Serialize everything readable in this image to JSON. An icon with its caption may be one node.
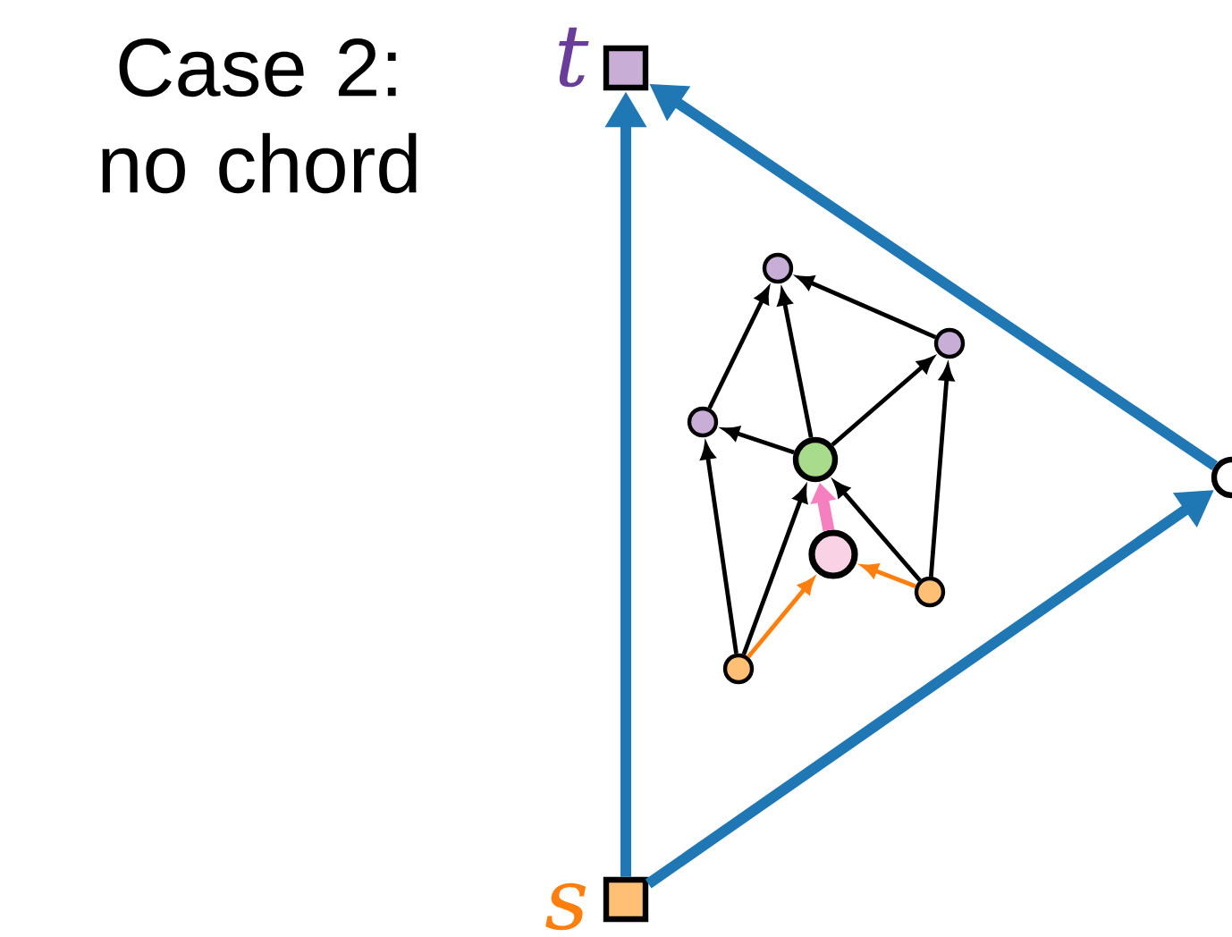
{
  "diagram": {
    "title": "Case 2: no chord",
    "nodes": [
      {
        "text": [],
        "shape": "box",
        "beside": [
          "t"
        ]
      },
      {
        "text": [],
        "shape": "circle"
      },
      {
        "text": [],
        "shape": "box",
        "beside": [
          "s"
        ]
      },
      {
        "text": [],
        "shape": "circle"
      },
      {
        "text": [],
        "shape": "circle"
      },
      {
        "text": [],
        "shape": "circle"
      },
      {
        "text": [],
        "shape": "circle"
      },
      {
        "text": [],
        "shape": "circle"
      },
      {
        "text": [],
        "shape": "circle"
      },
      {
        "text": [],
        "shape": "circle"
      }
    ],
    "edges": [
      {
        "from": 2,
        "to": 0,
        "arrow": "to",
        "style": "thick",
        "color": "#1f77b4"
      },
      {
        "from": 2,
        "to": 1,
        "arrow": "to",
        "style": "thick",
        "color": "#1f77b4"
      },
      {
        "from": 1,
        "to": 0,
        "arrow": "to",
        "style": "thick",
        "color": "#1f77b4"
      },
      {
        "from": 5,
        "to": 3,
        "arrow": "to"
      },
      {
        "from": 6,
        "to": 3,
        "arrow": "to"
      },
      {
        "from": 4,
        "to": 3,
        "arrow": "to"
      },
      {
        "from": 6,
        "to": 5,
        "arrow": "to"
      },
      {
        "from": 6,
        "to": 4,
        "arrow": "to"
      },
      {
        "from": 9,
        "to": 5,
        "arrow": "to"
      },
      {
        "from": 9,
        "to": 6,
        "arrow": "to"
      },
      {
        "from": 8,
        "to": 4,
        "arrow": "to"
      },
      {
        "from": 8,
        "to": 6,
        "arrow": "to"
      },
      {
        "from": 7,
        "to": 6,
        "arrow": "to",
        "style": "thick",
        "color": "#f57fbf"
      },
      {
        "from": 9,
        "to": 7,
        "arrow": "to",
        "color": "#ff7f0e"
      },
      {
        "from": 8,
        "to": 7,
        "arrow": "to",
        "color": "#ff7f0e"
      }
    ]
  }
}
